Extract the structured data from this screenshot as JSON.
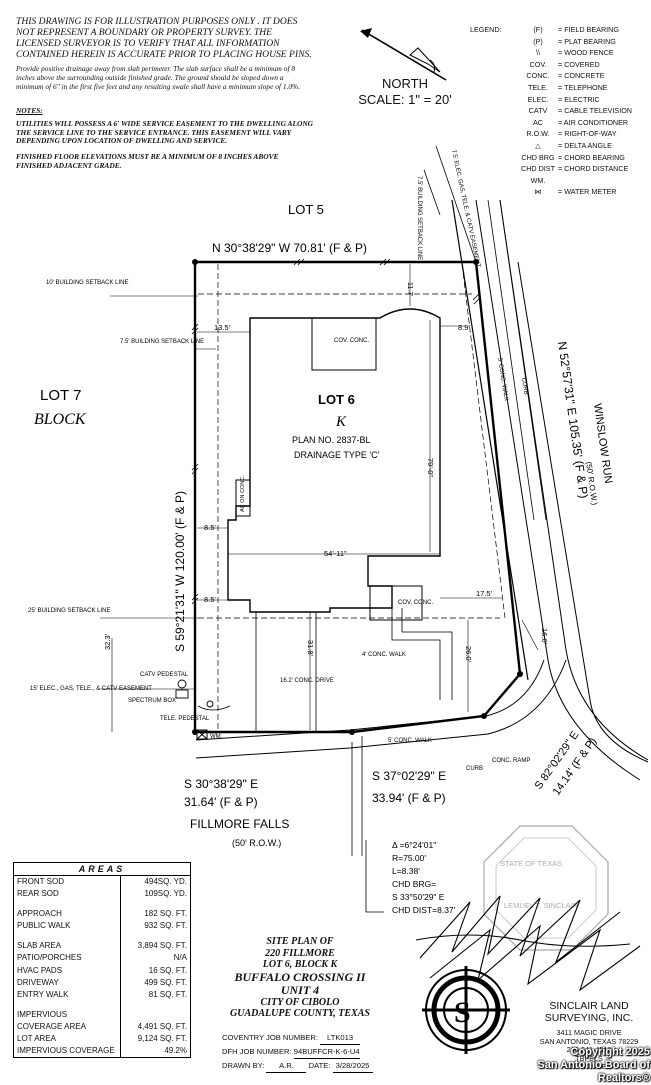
{
  "disclaimer": "THIS DRAWING IS FOR ILLUSTRATION PURPOSES ONLY . IT DOES NOT REPRESENT A BOUNDARY OR PROPERTY SURVEY. THE LICENSED SURVEYOR IS TO VERIFY THAT ALL INFORMATION CONTAINED HEREIN IS ACCURATE PRIOR TO PLACING HOUSE PINS.",
  "drainage_note": "Provide positive drainage away from slab perimeter. The slab surface shall be a minimum of 8 inches above the surrounding outside finished grade. The ground should be sloped down a minimum of 6\" in the first five feet and any resulting swale shall have a minimum slope of 1.0%.",
  "notes": {
    "heading": "NOTES:",
    "note1": "UTILITIES WILL POSSESS A 6' WIDE SERVICE EASEMENT TO THE DWELLING ALONG THE SERVICE LINE TO THE SERVICE ENTRANCE. THIS EASEMENT WILL VARY DEPENDING UPON LOCATION OF DWELLING AND SERVICE.",
    "note2": "FINISHED FLOOR ELEVATIONS MUST BE A MINIMUM OF 8 INCHES ABOVE FINISHED ADJACENT GRADE."
  },
  "legend": {
    "title": "LEGEND:",
    "items": [
      {
        "sym": "(F)",
        "desc": "= FIELD BEARING"
      },
      {
        "sym": "(P)",
        "desc": "= PLAT BEARING"
      },
      {
        "sym": "\\\\",
        "desc": "= WOOD FENCE"
      },
      {
        "sym": "COV.",
        "desc": "= COVERED"
      },
      {
        "sym": "CONC.",
        "desc": "= CONCRETE"
      },
      {
        "sym": "TELE.",
        "desc": "= TELEPHONE"
      },
      {
        "sym": "ELEC.",
        "desc": "= ELECTRIC"
      },
      {
        "sym": "CATV",
        "desc": "= CABLE TELEVISION"
      },
      {
        "sym": "AC",
        "desc": "= AIR CONDITIONER"
      },
      {
        "sym": "R.O.W.",
        "desc": "= RIGHT-OF-WAY"
      },
      {
        "sym": "△",
        "desc": "= DELTA ANGLE"
      },
      {
        "sym": "CHD BRG",
        "desc": "= CHORD BEARING"
      },
      {
        "sym": "CHD DIST",
        "desc": "= CHORD DISTANCE"
      },
      {
        "sym": "WM.",
        "desc": "= WATER METER"
      }
    ]
  },
  "north": {
    "label": "NORTH",
    "scale": "SCALE: 1\" = 20'"
  },
  "plat": {
    "lot5": "LOT 5",
    "lot7": "LOT 7",
    "block": "BLOCK",
    "lot6": "LOT 6",
    "lot6_block": "K",
    "plan_no": "PLAN NO. 2837-BL",
    "drainage_type": "DRAINAGE TYPE 'C'",
    "bearing_top": "N 30°38'29\" W 70.81' (F & P)",
    "bearing_left": "S 59°21'31\" W 120.00' (F & P)",
    "bearing_right": "N 52°57'31\" E 105.35' (F & P)",
    "bearing_bottom_left_1": "S 30°38'29\" E",
    "bearing_bottom_left_2": "31.64' (F & P)",
    "bearing_bottom_right_1": "S 37°02'29\" E",
    "bearing_bottom_right_2": "33.94' (F & P)",
    "bearing_corner_1": "S 82°02'29\" E",
    "bearing_corner_2": "14.14' (F & P)",
    "street_right": "WINSLOW RUN",
    "street_right_row": "(50' R.O.W.)",
    "street_bottom": "FILLMORE FALLS",
    "street_bottom_row": "(50' R.O.W.)",
    "setback_10": "10' BUILDING SETBACK LINE",
    "setback_75_left": "7.5' BUILDING SETBACK LINE",
    "setback_75_top": "7.5' BUILDING SETBACK LINE",
    "setback_25": "25' BUILDING SETBACK LINE",
    "easement_top": "7.5' ELEC. GAS, TELE. & CATV EASEMENT",
    "easement_left": "15' ELEC., GAS, TELE., & CATV EASEMENT",
    "cov_conc_top": "COV. CONC.",
    "cov_conc_bottom": "COV. CONC.",
    "ac_on_conc": "AC ON CONC.",
    "conc_walk_side": "5' CONC. WALK",
    "conc_walk_front": "5' CONC. WALK",
    "conc_walk_4": "4' CONC. WALK",
    "conc_drive": "16.2' CONC. DRIVE",
    "curb_right": "CURB",
    "curb_bottom": "CURB",
    "conc_ramp": "CONC. RAMP",
    "catv_pedestal": "CATV PEDESTAL",
    "spectrum_box": "SPECTRUM BOX",
    "tele_pedestal": "TELE. PEDESTAL",
    "wm": "WM.",
    "dim_135": "13.5'",
    "dim_117": "11.7'",
    "dim_89": "8.9'",
    "dim_85a": "8.5'",
    "dim_85b": "8.5'",
    "dim_5411": "54'-11\"",
    "dim_790": "79'-0\"",
    "dim_175": "17.5'",
    "dim_160": "16.0'",
    "dim_260": "26.0'",
    "dim_318": "31.8'",
    "dim_323": "32.3'",
    "curve": {
      "delta": "Δ =6°24'01\"",
      "r": "R=75.00'",
      "l": "L=8.38'",
      "chd_brg": "CHD BRG=",
      "chd_brg_val": "S 33°50'29\" E",
      "chd_dist": "CHD DIST=8.37'"
    },
    "seal_top": "STATE OF TEXAS",
    "seal_name": "LEMUEL T. SINCLAIR"
  },
  "areas": {
    "title": "AREAS",
    "groups": [
      [
        {
          "name": "FRONT SOD",
          "value": "494SQ. YD."
        },
        {
          "name": "REAR SOD",
          "value": "109SQ. YD."
        }
      ],
      [
        {
          "name": "APPROACH",
          "value": "182 SQ. FT."
        },
        {
          "name": "PUBLIC WALK",
          "value": "932 SQ. FT."
        }
      ],
      [
        {
          "name": "SLAB AREA",
          "value": "3,894 SQ. FT."
        },
        {
          "name": "PATIO/PORCHES",
          "value": "N/A"
        },
        {
          "name": "HVAC PADS",
          "value": "16 SQ. FT."
        },
        {
          "name": "DRIVEWAY",
          "value": "499 SQ. FT."
        },
        {
          "name": "ENTRY WALK",
          "value": "81 SQ. FT."
        }
      ],
      [
        {
          "name": "IMPERVIOUS",
          "value": ""
        },
        {
          "name": "COVERAGE AREA",
          "value": "4,491 SQ. FT."
        },
        {
          "name": "LOT AREA",
          "value": "9,124 SQ. FT."
        },
        {
          "name": "IMPERVIOUS COVERAGE",
          "value": "49.2%"
        }
      ]
    ]
  },
  "site_plan": {
    "l1": "SITE PLAN OF",
    "l2": "220 FILLMORE",
    "l3": "LOT 6, BLOCK K",
    "l4": "BUFFALO CROSSING II",
    "l5": "UNIT 4",
    "l6": "CITY OF CIBOLO",
    "l7": "GUADALUPE COUNTY, TEXAS"
  },
  "jobs": {
    "coventry_label": "COVENTRY JOB NUMBER:",
    "coventry_value": "LTK013",
    "dfh_label": "DFH JOB NUMBER:",
    "dfh_value": "94BUFFCR-K-6-U4",
    "drawn_label": "DRAWN BY:",
    "drawn_value": "A.R.",
    "date_label": "DATE:",
    "date_value": "3/28/2025"
  },
  "company": {
    "name1": "SINCLAIR LAND",
    "name2": "SURVEYING, INC.",
    "addr1": "3411 MAGIC DRIVE",
    "addr2": "SAN ANTONIO, TEXAS 78229",
    "phone": "210-341-4518",
    "tbpels": "TBPELS",
    "job": "JOB NUMBER:"
  },
  "watermark": {
    "l1": "Copyright 2025",
    "l2": "San Antonio Board of Realtors®"
  }
}
